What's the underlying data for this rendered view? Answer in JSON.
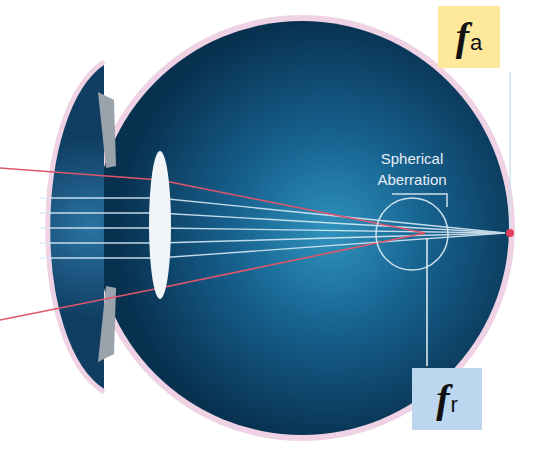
{
  "diagram": {
    "nodes": [
      {
        "text": [
          "f",
          "a"
        ]
      },
      {
        "text": [
          "f",
          "r"
        ]
      }
    ],
    "labels": [
      "Spherical Aberration"
    ]
  }
}
